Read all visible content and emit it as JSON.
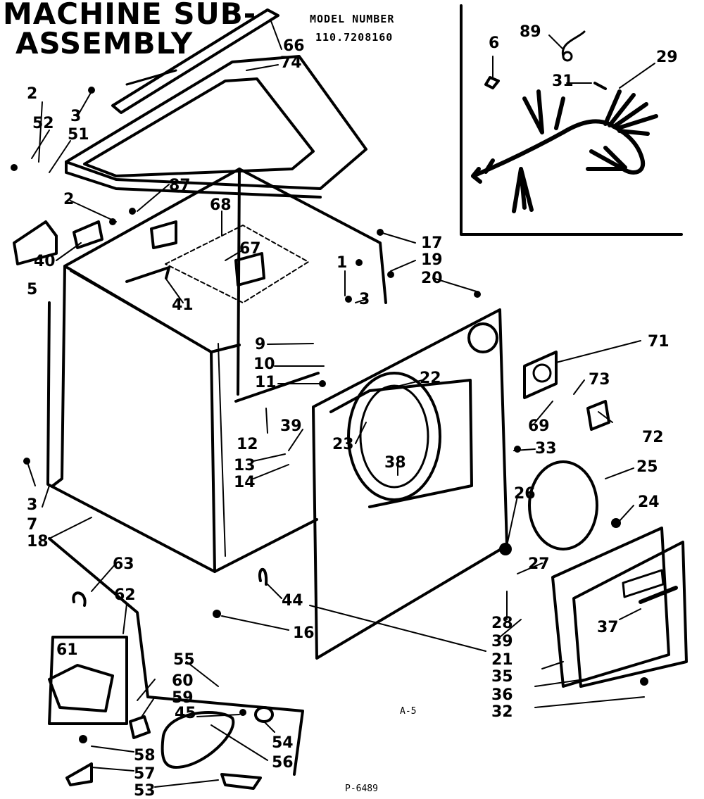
{
  "title_line1": "MACHINE SUB-",
  "title_line2": "ASSEMBLY",
  "model_label": "MODEL NUMBER",
  "model_number": "110.7208160",
  "page_code": "A-5",
  "figure_code": "P-6489",
  "callouts": [
    {
      "id": "66"
    },
    {
      "id": "74"
    },
    {
      "id": "2"
    },
    {
      "id": "52"
    },
    {
      "id": "3"
    },
    {
      "id": "51"
    },
    {
      "id": "87"
    },
    {
      "id": "2"
    },
    {
      "id": "68"
    },
    {
      "id": "67"
    },
    {
      "id": "40"
    },
    {
      "id": "5"
    },
    {
      "id": "41"
    },
    {
      "id": "17"
    },
    {
      "id": "19"
    },
    {
      "id": "20"
    },
    {
      "id": "1"
    },
    {
      "id": "3"
    },
    {
      "id": "9"
    },
    {
      "id": "10"
    },
    {
      "id": "11"
    },
    {
      "id": "22"
    },
    {
      "id": "71"
    },
    {
      "id": "73"
    },
    {
      "id": "69"
    },
    {
      "id": "72"
    },
    {
      "id": "12"
    },
    {
      "id": "39"
    },
    {
      "id": "23"
    },
    {
      "id": "33"
    },
    {
      "id": "13"
    },
    {
      "id": "14"
    },
    {
      "id": "38"
    },
    {
      "id": "25"
    },
    {
      "id": "26"
    },
    {
      "id": "24"
    },
    {
      "id": "3"
    },
    {
      "id": "7"
    },
    {
      "id": "18"
    },
    {
      "id": "27"
    },
    {
      "id": "63"
    },
    {
      "id": "44"
    },
    {
      "id": "62"
    },
    {
      "id": "16"
    },
    {
      "id": "28"
    },
    {
      "id": "39"
    },
    {
      "id": "37"
    },
    {
      "id": "21"
    },
    {
      "id": "61"
    },
    {
      "id": "55"
    },
    {
      "id": "35"
    },
    {
      "id": "60"
    },
    {
      "id": "36"
    },
    {
      "id": "59"
    },
    {
      "id": "32"
    },
    {
      "id": "45"
    },
    {
      "id": "54"
    },
    {
      "id": "58"
    },
    {
      "id": "56"
    },
    {
      "id": "57"
    },
    {
      "id": "53"
    },
    {
      "id": "6"
    },
    {
      "id": "89"
    },
    {
      "id": "29"
    },
    {
      "id": "31"
    }
  ]
}
